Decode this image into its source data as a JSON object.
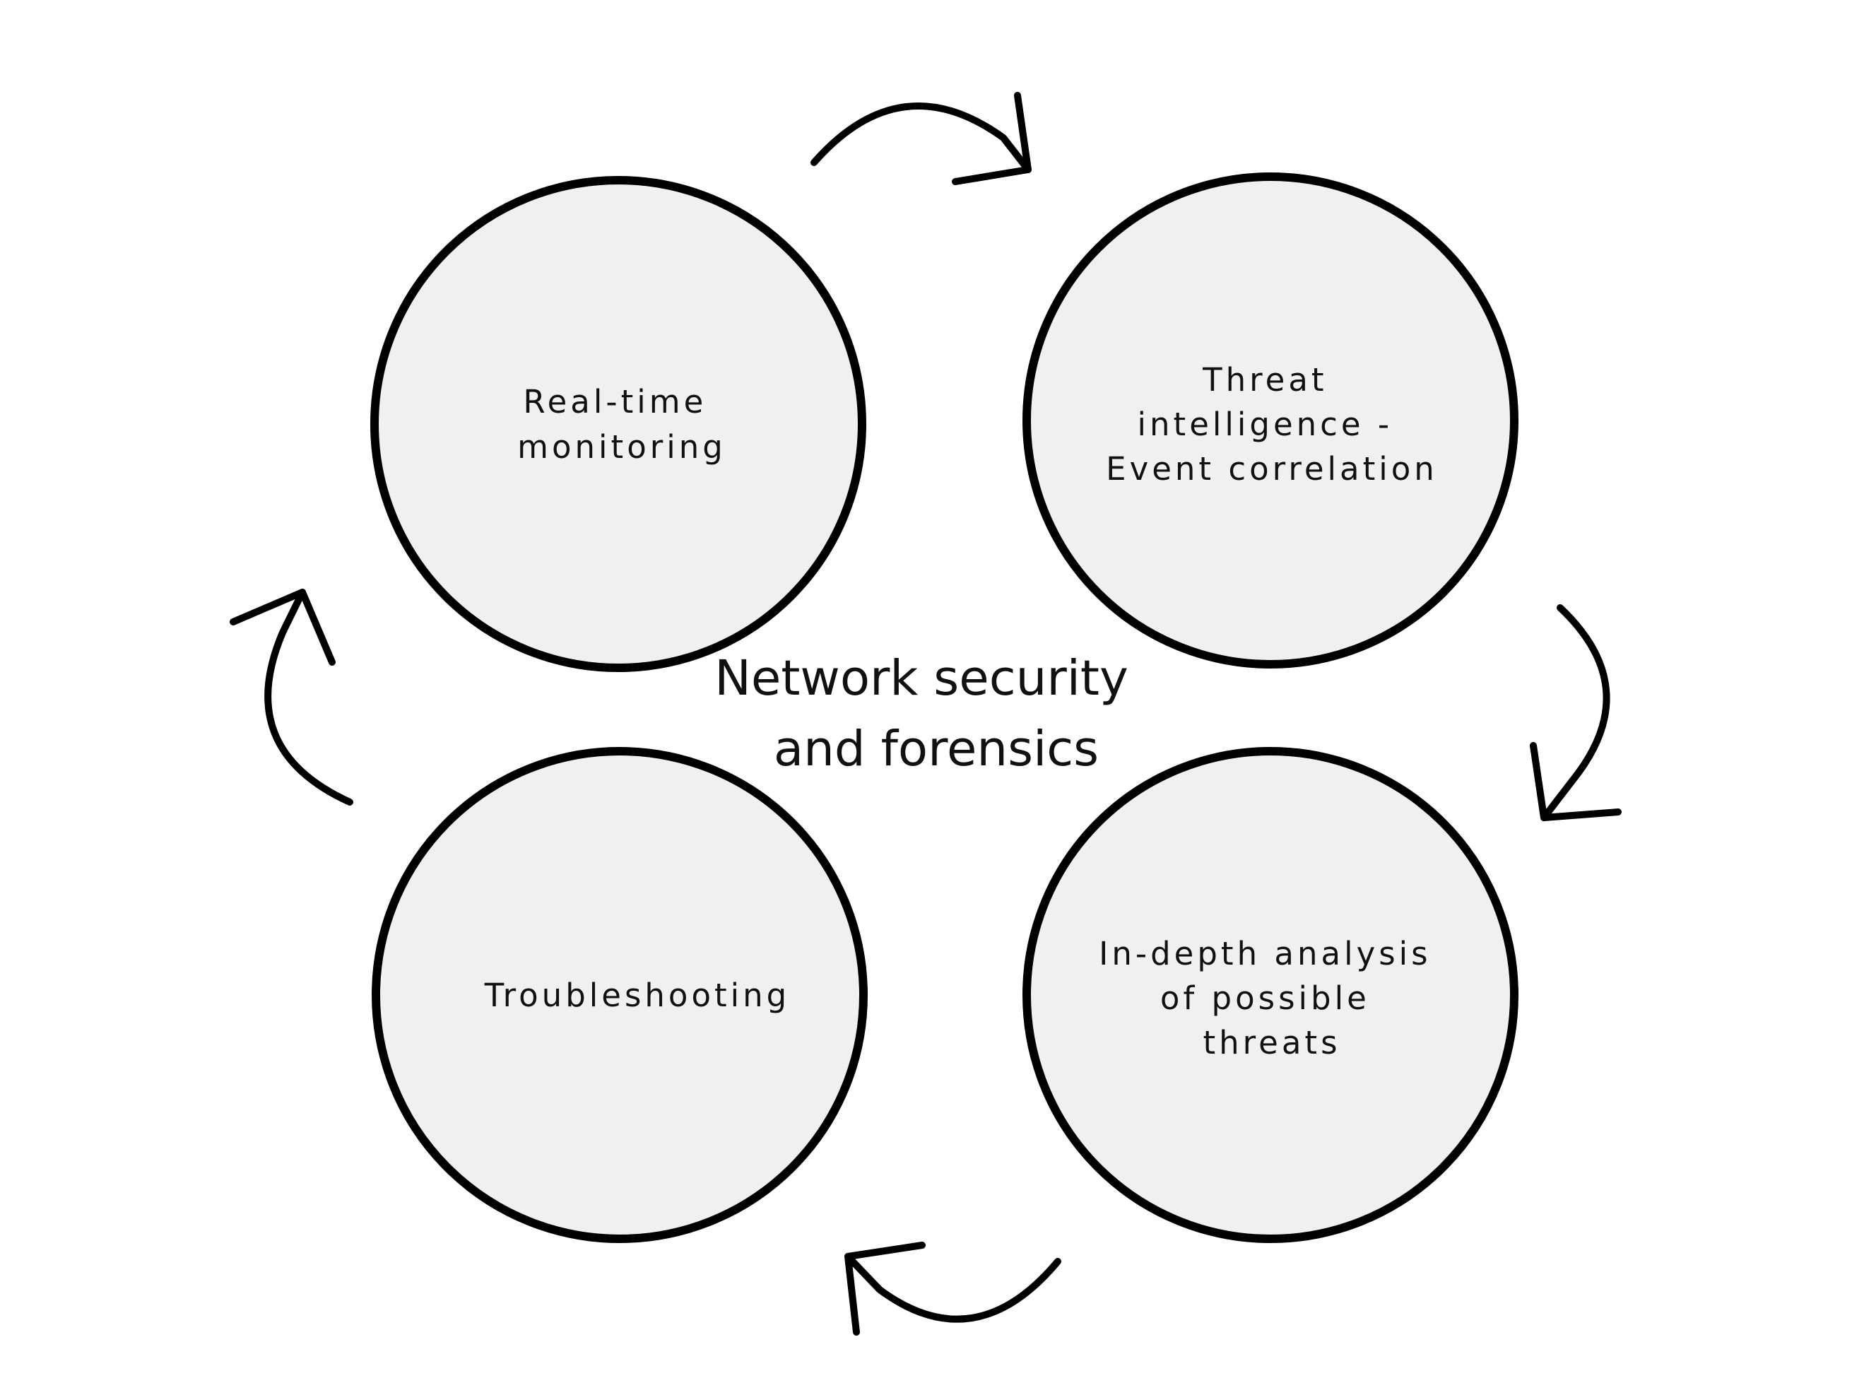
{
  "diagram": {
    "title_lines": [
      "Network security",
      "and forensics"
    ],
    "nodes": [
      {
        "lines": [
          "Real-time",
          "monitoring"
        ]
      },
      {
        "lines": [
          "Threat",
          "intelligence -",
          "Event correlation"
        ]
      },
      {
        "lines": [
          "In-depth analysis",
          "of possible",
          "threats"
        ]
      },
      {
        "lines": [
          "Troubleshooting"
        ]
      }
    ],
    "colors": {
      "node_fill": "#f0f0f0",
      "stroke": "#000000",
      "text": "#111111",
      "background": "#ffffff"
    },
    "arrow_direction": "clockwise"
  }
}
